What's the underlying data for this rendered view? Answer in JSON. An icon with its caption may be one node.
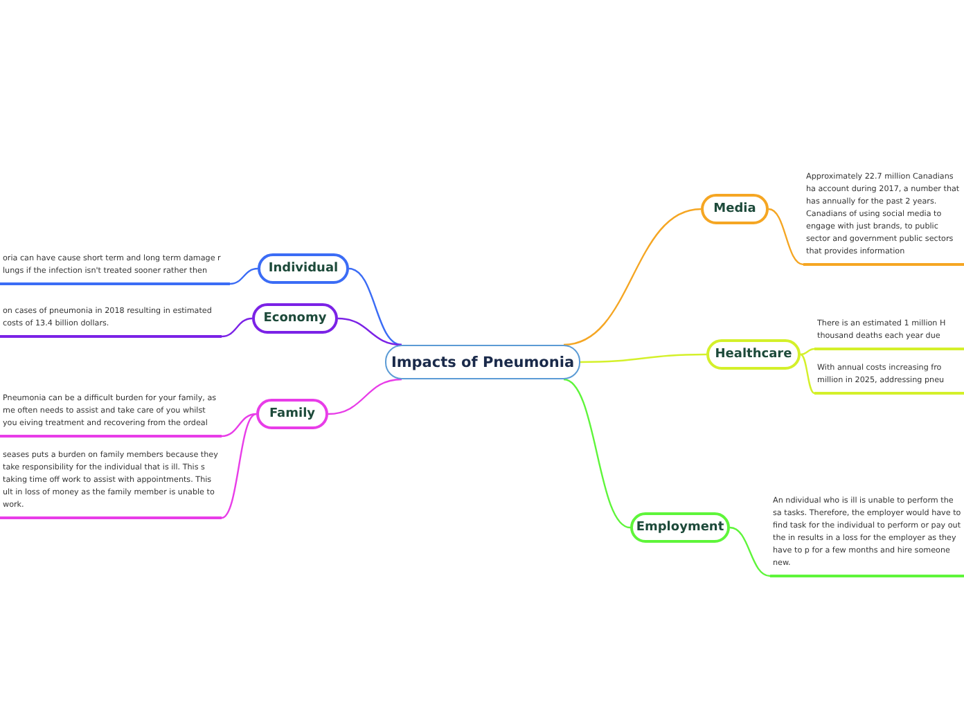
{
  "diagram": {
    "nodes": [
      {
        "text": [
          "Impacts of Pneumonia"
        ]
      },
      {
        "text": [
          "Individual"
        ]
      },
      {
        "text": [
          "oria can have cause short term and long term damage r lungs if the infection isn't treated sooner rather then"
        ]
      },
      {
        "text": [
          "Economy"
        ]
      },
      {
        "text": [
          "on cases of pneumonia in 2018 resulting in estimated costs of 13.4 billion dollars."
        ]
      },
      {
        "text": [
          "Family"
        ]
      },
      {
        "text": [
          "Pneumonia can be a difficult burden for your family, as me often needs to assist and take care of you whilst you eiving treatment and recovering from the ordeal"
        ]
      },
      {
        "text": [
          "seases puts a burden on family members because they take responsibility for the individual that is ill. This s taking time off work to assist with appointments. This ult in loss of money as the family member is unable to work."
        ]
      },
      {
        "text": [
          "Media"
        ]
      },
      {
        "text": [
          "Approximately 22.7 million Canadians ha account during 2017, a number that has annually for the past 2 years. Canadians of using social media to engage with just brands, to public sector and government public sectors that provides information"
        ]
      },
      {
        "text": [
          "Healthcare"
        ]
      },
      {
        "text": [
          "There is an estimated 1 million H thousand deaths each year due"
        ]
      },
      {
        "text": [
          "With annual costs increasing fro million in 2025, addressing pneu"
        ]
      },
      {
        "text": [
          "Employment"
        ]
      },
      {
        "text": [
          "An ndividual who is ill is unable to perform the sa tasks. Therefore, the employer would have to find task for the individual to perform or pay out the in results in a loss for the employer as they have to p for a few months and hire someone new."
        ]
      }
    ],
    "edges": [
      {
        "from": 0,
        "to": 1,
        "arrow": "none",
        "color": "#3b6cf5"
      },
      {
        "from": 1,
        "to": 2,
        "arrow": "none",
        "color": "#3b6cf5"
      },
      {
        "from": 0,
        "to": 3,
        "arrow": "none",
        "color": "#7b22e6"
      },
      {
        "from": 3,
        "to": 4,
        "arrow": "none",
        "color": "#7b22e6"
      },
      {
        "from": 0,
        "to": 5,
        "arrow": "none",
        "color": "#e83de8"
      },
      {
        "from": 5,
        "to": 6,
        "arrow": "none",
        "color": "#e83de8"
      },
      {
        "from": 5,
        "to": 7,
        "arrow": "none",
        "color": "#e83de8"
      },
      {
        "from": 0,
        "to": 8,
        "arrow": "none",
        "color": "#f5a623"
      },
      {
        "from": 8,
        "to": 9,
        "arrow": "none",
        "color": "#f5a623"
      },
      {
        "from": 0,
        "to": 10,
        "arrow": "none",
        "color": "#d4f02a"
      },
      {
        "from": 10,
        "to": 11,
        "arrow": "none",
        "color": "#d4f02a"
      },
      {
        "from": 10,
        "to": 12,
        "arrow": "none",
        "color": "#d4f02a"
      },
      {
        "from": 0,
        "to": 13,
        "arrow": "none",
        "color": "#5ef53a"
      },
      {
        "from": 13,
        "to": 14,
        "arrow": "none",
        "color": "#5ef53a"
      }
    ]
  }
}
